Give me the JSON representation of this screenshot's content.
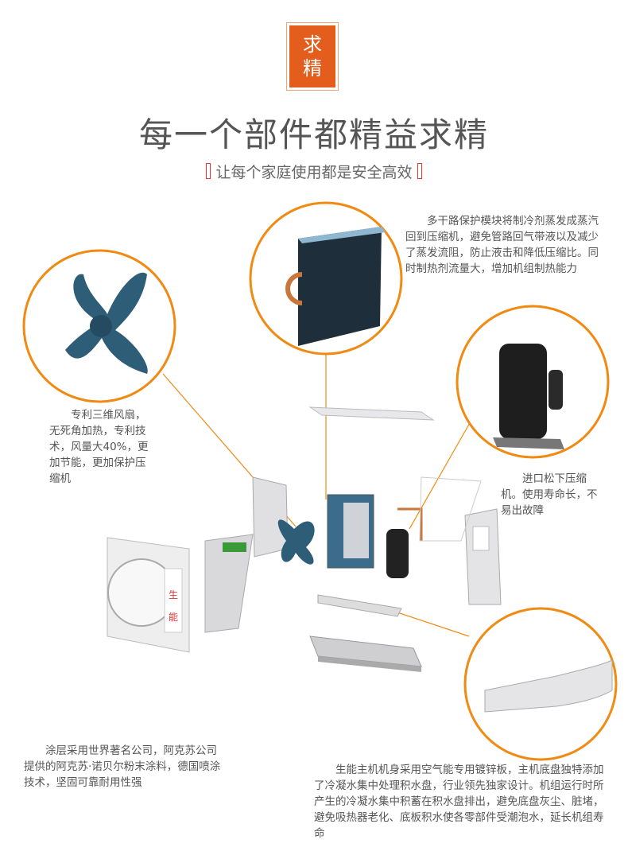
{
  "badge": {
    "line1": "求",
    "line2": "精"
  },
  "title": "每一个部件都精益求精",
  "subtitle": "让每个家庭使用都是安全高效",
  "colors": {
    "accent": "#e35d1c",
    "circle": "#f08a12",
    "text": "#555555",
    "fan_blue": "#2e5d78"
  },
  "callouts": {
    "evaporator": "多干路保护模块将制冷剂蒸发成蒸汽回到压缩机，避免管路回气带液以及减少了蒸发流阻，防止液击和降低压缩比。同时制热剂流量大，增加机组制热能力",
    "fan": "专利三维风扇，无死角加热，专利技术，风量大40%，更加节能，更加保护压缩机",
    "compressor": "进口松下压缩机。使用寿命长，不易出故障",
    "coating": "涂层采用世界著名公司，阿克苏公司提供的阿克苏·诺贝尔粉末涂料，德国喷涂技术，坚固可靠耐用性强",
    "chassis": "生能主机机身采用空气能专用镀锌板，主机底盘独特添加了冷凝水集中处理积水盘，行业领先独家设计。机组运行时所产生的冷凝水集中积蓄在积水盘排出，避免底盘灰尘、脏堵，避免吸热器老化、底板积水使各零部件受潮泡水，延长机组寿命"
  },
  "front_panel_logo": "生能"
}
